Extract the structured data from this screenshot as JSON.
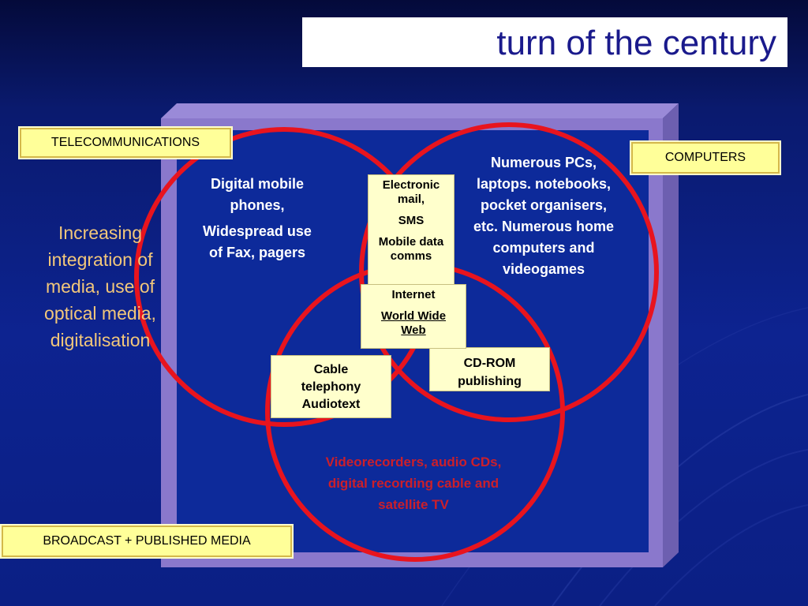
{
  "title": "turn of the century",
  "categories": {
    "telecommunications": "TELECOMMUNICATIONS",
    "computers": "COMPUTERS",
    "broadcast": "BROADCAST + PUBLISHED MEDIA"
  },
  "side_note": "Increasing integration of media, use of optical media, digitalisation",
  "telecom_text": {
    "line1": "Digital mobile phones,",
    "line2": "Widespread use of Fax, pagers"
  },
  "computers_text": "Numerous PCs, laptops. notebooks, pocket organisers, etc. Numerous home computers and videogames",
  "broadcast_text": "Videorecorders, audio CDs, digital recording cable and satellite TV",
  "telecom_computers_box": {
    "item1": "Electronic mail,",
    "item2": "SMS",
    "item3": "Mobile data comms"
  },
  "center_box": {
    "item1": "Internet",
    "item2": "World Wide Web"
  },
  "telecom_broadcast_box": {
    "item1": "Cable telephony",
    "item2": "Audiotext"
  },
  "computers_broadcast_box": {
    "item1": "CD-ROM publishing"
  },
  "colors": {
    "circle_stroke": "#e8141e",
    "frame": "#8a78cc",
    "label_fill": "#ffff99",
    "side_text": "#f2c77a",
    "title_text": "#1a1a8c"
  }
}
